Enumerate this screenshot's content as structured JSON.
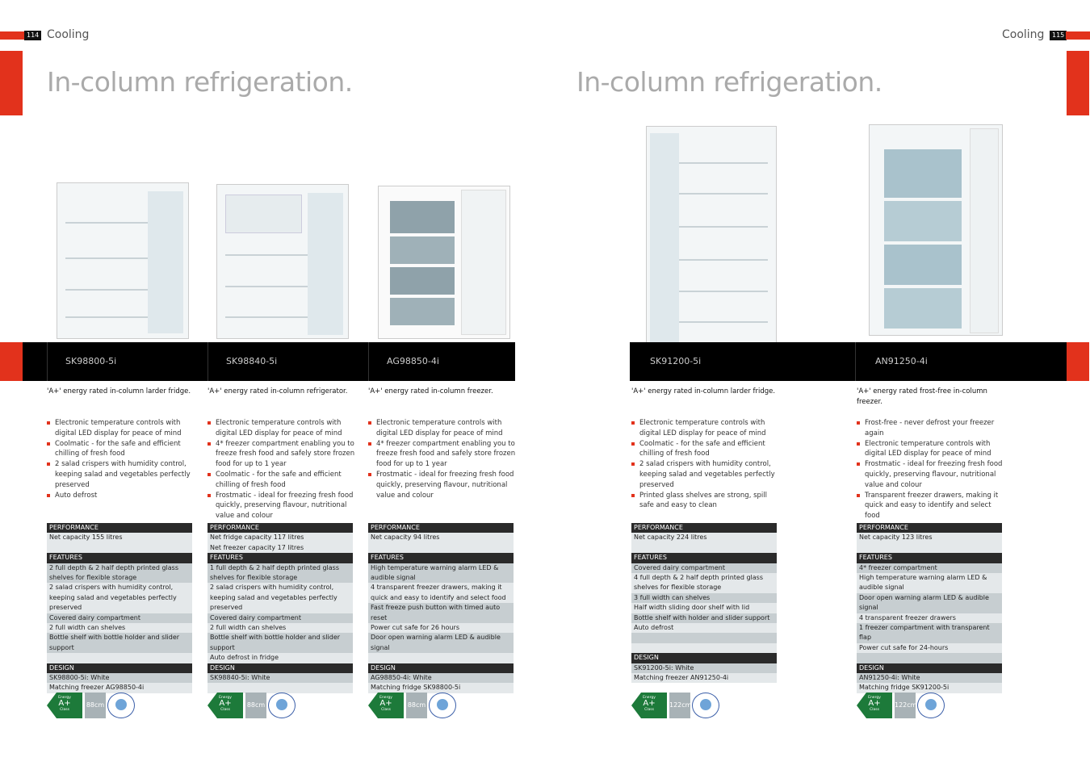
{
  "pages": {
    "left_number": "114",
    "right_number": "115",
    "section": "Cooling",
    "heading": "In-column refrigeration."
  },
  "products": [
    {
      "model": "SK98800-5i",
      "intro": "'A+' energy rated in-column larder fridge.",
      "bullets": [
        "Electronic temperature controls with digital LED display for peace of mind",
        "Coolmatic - for the safe and efficient chilling of fresh food",
        "2 salad crispers with humidity control, keeping salad and vegetables perfectly preserved",
        "Auto defrost"
      ],
      "performance": [
        "Net capacity 155 litres"
      ],
      "features": [
        "2 full depth & 2 half depth printed glass shelves for flexible storage",
        "2 salad crispers with humidity control, keeping salad and vegetables perfectly preserved",
        "Covered dairy compartment",
        "2 full width can shelves",
        "Bottle shelf with bottle holder and slider support"
      ],
      "design": [
        "SK98800-5i: White",
        "Matching freezer  AG98850-4i"
      ],
      "energy": {
        "rating": "A+",
        "niche": "88cm"
      }
    },
    {
      "model": "SK98840-5i",
      "intro": "'A+' energy rated in-column refrigerator.",
      "bullets": [
        "Electronic temperature controls with digital LED display for peace of mind",
        "4* freezer compartment enabling you to freeze fresh food and safely store frozen food for up to 1 year",
        "Coolmatic - for the safe and efficient chilling of fresh food",
        "Frostmatic - ideal for freezing fresh food quickly, preserving flavour, nutritional value and colour"
      ],
      "performance": [
        "Net fridge capacity 117 litres",
        "Net freezer capacity 17 litres"
      ],
      "features": [
        "1 full depth & 2 half depth printed glass shelves for flexible storage",
        "2 salad crispers with humidity control, keeping salad and vegetables perfectly preserved",
        "Covered dairy compartment",
        "2 full width can shelves",
        "Bottle shelf with bottle holder and slider support",
        "Auto defrost in fridge"
      ],
      "design": [
        "SK98840-5i: White"
      ],
      "energy": {
        "rating": "A+",
        "niche": "88cm"
      }
    },
    {
      "model": "AG98850-4i",
      "intro": "'A+' energy rated in-column freezer.",
      "bullets": [
        "Electronic temperature controls with digital LED display for peace of mind",
        "4* freezer compartment enabling you to freeze fresh food and safely store frozen food for up to 1 year",
        "Frostmatic - ideal for freezing fresh food quickly, preserving flavour, nutritional value and colour"
      ],
      "performance": [
        "Net capacity 94 litres"
      ],
      "features": [
        "High temperature warning alarm LED & audible signal",
        "4 transparent freezer drawers, making it quick and easy to identify and select food",
        "Fast freeze push button with timed auto reset",
        "Power cut safe for 26 hours",
        "Door open warning alarm LED & audible signal"
      ],
      "design": [
        "AG98850-4i: White",
        "Matching fridge  SK98800-5i"
      ],
      "energy": {
        "rating": "A+",
        "niche": "88cm"
      }
    },
    {
      "model": "SK91200-5i",
      "intro": "'A+' energy rated in-column larder fridge.",
      "bullets": [
        "Electronic temperature controls with digital LED display for peace of mind",
        "Coolmatic - for the safe and efficient chilling of fresh food",
        "2 salad crispers with humidity control, keeping salad and vegetables perfectly preserved",
        "Printed glass shelves are strong, spill safe and easy to clean"
      ],
      "performance": [
        "Net capacity 224 litres"
      ],
      "features": [
        "Covered dairy compartment",
        "4 full depth & 2 half depth printed glass shelves for flexible storage",
        "3 full width can shelves",
        "Half width sliding door shelf with lid",
        "Bottle shelf with holder and slider support",
        "Auto defrost"
      ],
      "design": [
        "SK91200-5i: White",
        "Matching freezer  AN91250-4i"
      ],
      "energy": {
        "rating": "A+",
        "niche": "122cm"
      }
    },
    {
      "model": "AN91250-4i",
      "intro": "'A+' energy rated frost-free in-column freezer.",
      "bullets": [
        "Frost-free - never defrost your freezer again",
        "Electronic temperature controls with digital LED display for peace of mind",
        "Frostmatic - ideal for freezing fresh food quickly, preserving flavour, nutritional value and colour",
        "Transparent freezer drawers, making it quick and easy to identify and select food"
      ],
      "performance": [
        "Net capacity 123 litres"
      ],
      "features": [
        "4* freezer compartment",
        "High temperature warning alarm LED & audible signal",
        "Door open warning alarm LED & audible signal",
        "4 transparent freezer drawers",
        "1 freezer compartment with transparent flap",
        "Power cut safe for 24-hours"
      ],
      "design": [
        "AN91250-4i: White",
        "Matching fridge  SK91200-5i"
      ],
      "energy": {
        "rating": "A+",
        "niche": "122cm"
      }
    }
  ],
  "labels": {
    "performance": "PERFORMANCE",
    "features": "FEATURES",
    "design": "DESIGN",
    "energy": "Energy",
    "class": "Class"
  }
}
